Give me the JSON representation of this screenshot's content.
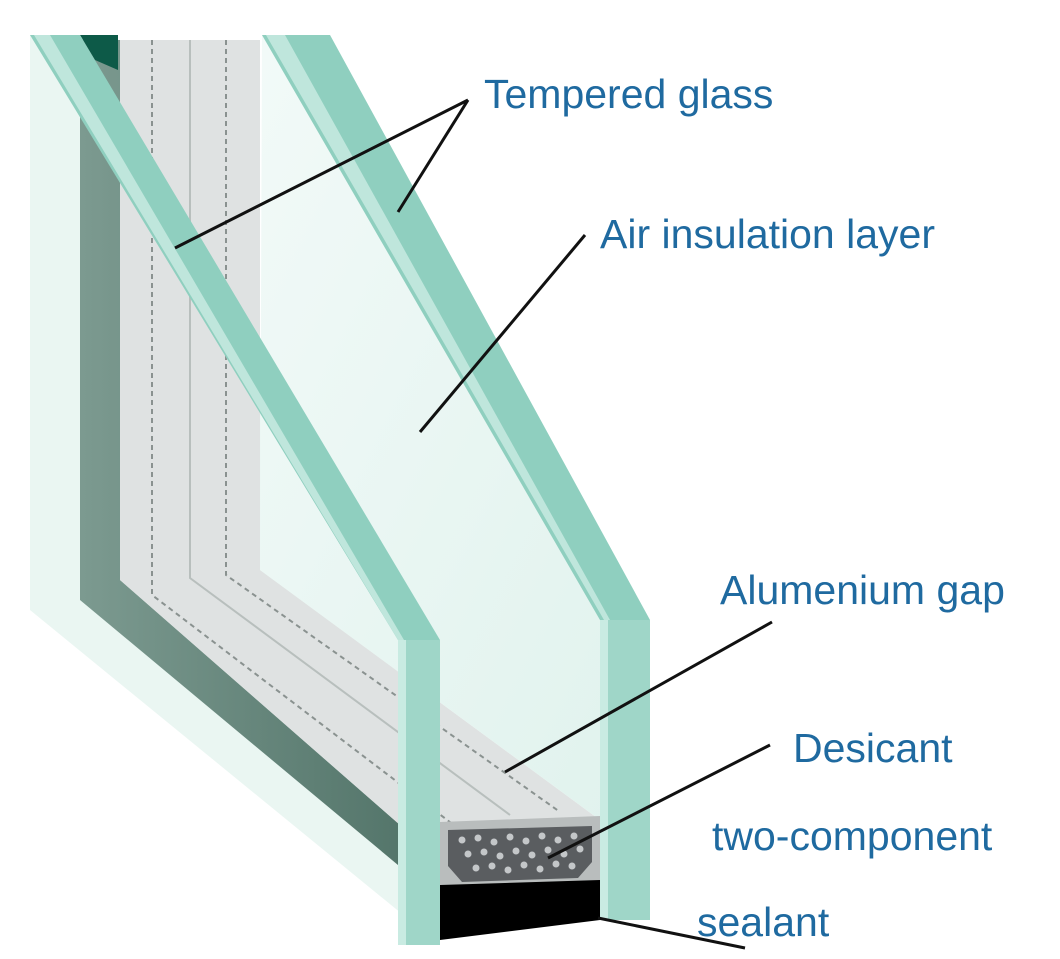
{
  "labels": {
    "tempered_glass": "Tempered glass",
    "air_insulation_layer": "Air insulation layer",
    "aluminium_gap": "Alumenium gap",
    "desiccant": "Desicant",
    "sealant_line1": "two-component",
    "sealant_line2": "sealant"
  },
  "colors": {
    "label_text": "#1f6aa0",
    "leader_line": "#111111",
    "glass_edge": "#8fcfbf",
    "glass_face": "#e6f4f0",
    "frame_dark": "#5d7f73",
    "spacer_gray": "#d8dbdb",
    "desiccant_dark": "#5a5d60",
    "sealant_black": "#000000"
  }
}
